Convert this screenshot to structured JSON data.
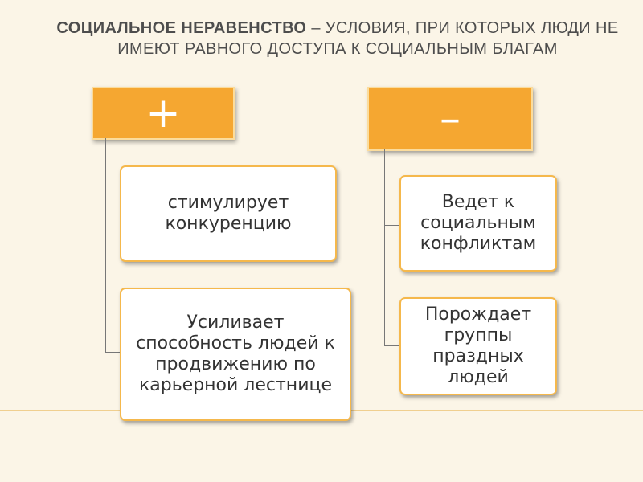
{
  "title": {
    "term": "Социальное неравенство",
    "definition": " – условия, при которых люди не имеют равного доступа к социальным благам"
  },
  "plus": {
    "symbol": "+",
    "items": [
      "стимулирует конкуренцию",
      "Усиливает способность людей к продвижению по карьерной лестнице"
    ]
  },
  "minus": {
    "symbol": "–",
    "items": [
      "Ведет к социальным конфликтам",
      "Порождает группы праздных людей"
    ]
  },
  "colors": {
    "header_fill": "#f5a731",
    "box_border": "#f5b84c",
    "background": "#fbf5e7"
  }
}
